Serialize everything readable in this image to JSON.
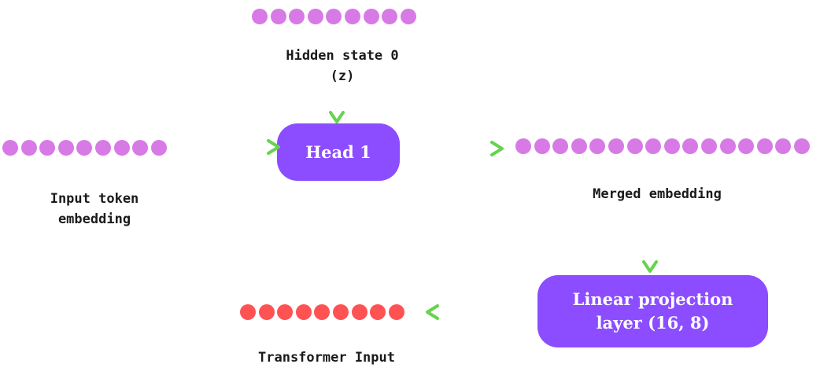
{
  "colors": {
    "box": "#8b4dff",
    "dot_purple": "#d77ae6",
    "dot_red": "#ff5252",
    "arrow_start": "#1f9a9a",
    "arrow_end": "#66d34f"
  },
  "nodes": {
    "hidden_state": {
      "line1": "Hidden state 0",
      "line2": "(z)",
      "dots": 9
    },
    "input_embedding": {
      "line1": "Input token",
      "line2": "embedding",
      "dots": 9
    },
    "head": {
      "label": "Head 1"
    },
    "merged_embedding": {
      "label": "Merged embedding",
      "dots": 16
    },
    "linear_projection": {
      "line1": "Linear projection",
      "line2": "layer (16, 8)"
    },
    "transformer_input": {
      "label": "Transformer Input",
      "dots": 9
    }
  }
}
